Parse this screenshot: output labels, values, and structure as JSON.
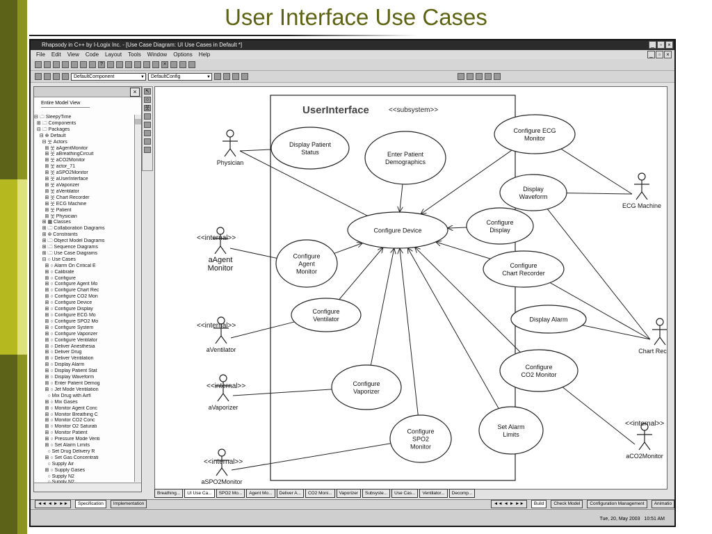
{
  "slide": {
    "title": "User Interface Use Cases"
  },
  "window": {
    "title": "Rhapsody in C++ by I-Logix Inc. - [Use Case Diagram: UI Use Cases in Default *]",
    "menu": [
      "File",
      "Edit",
      "View",
      "Code",
      "Layout",
      "Tools",
      "Window",
      "Options",
      "Help"
    ],
    "component_combo": "DefaultComponent",
    "config_combo": "DefaultConfig"
  },
  "browser": {
    "view_selector": "Entire Model View",
    "tree": [
      "⊟ 🗀 SleepyTime",
      "  ⊞ 🗀 Components",
      "  ⊟ 🗀 Packages",
      "    ⊟ ⊕ Default",
      "      ⊟ 웃 Actors",
      "        ⊞ 웃 aAgentMonitor",
      "        ⊞ 웃 aBreathingCircuit",
      "        ⊞ 웃 aCO2Monitor",
      "        ⊞ 웃 actor_71",
      "        ⊞ 웃 aSPO2Monitor",
      "        ⊞ 웃 aUserInterface",
      "        ⊞ 웃 aVaporizer",
      "        ⊞ 웃 aVentilator",
      "        ⊞ 웃 Chart Recorder",
      "        ⊞ 웃 ECG Machine",
      "        ⊞ 웃 Patient",
      "        ⊞ 웃 Physician",
      "      ⊞ ▦ Classes",
      "      ⊞ 🗀 Collaboration Diagrams",
      "      ⊞ ⊛ Constraints",
      "      ⊞ 🗀 Object Model Diagrams",
      "      ⊞ 🗀 Sequence Diagrams",
      "      ⊞ 🗀 Use Case Diagrams",
      "      ⊟ ○ Use Cases",
      "        ⊞ ○ Alarm On Critical E",
      "        ⊞ ○ Calibrate",
      "        ⊞ ○ Configure",
      "        ⊞ ○ Configure Agent Mo",
      "        ⊞ ○ Configure Chart Rec",
      "        ⊞ ○ Configure CO2 Mon",
      "        ⊞ ○ Configure Device",
      "        ⊞ ○ Configure Display",
      "        ⊞ ○ Configure ECG Mo",
      "        ⊞ ○ Configure SPO2 Mo",
      "        ⊞ ○ Configure System",
      "        ⊞ ○ Configure Vaporizer",
      "        ⊞ ○ Configure Ventilator",
      "        ⊞ ○ Deliver Anesthesia",
      "        ⊞ ○ Deliver Drug",
      "        ⊞ ○ Deliver Ventilation",
      "        ⊞ ○ Display Alarm",
      "        ⊞ ○ Display Patient Stat",
      "        ⊞ ○ Display Waveform",
      "        ⊞ ○ Enter Patient Demog",
      "        ⊞ ○ Jet Mode Ventilation",
      "          ○ Mix Drug with Airfl",
      "        ⊞ ○ Mix Gases",
      "        ⊞ ○ Monitor Agent Conc",
      "        ⊞ ○ Monitor Breathing C",
      "        ⊞ ○ Monitor CO2 Conc",
      "        ⊞ ○ Monitor O2 Saturati",
      "        ⊞ ○ Monitor Patient",
      "        ⊞ ○ Pressure Mode Venti",
      "        ⊞ ○ Set Alarm Limits",
      "          ○ Set Drug Delivery R",
      "        ⊞ ○ Set Gas Concentrati",
      "          ○ Supply Air",
      "        ⊞ ○ Supply Gases",
      "          ○ Supply N2",
      "          ○ Supply N2"
    ]
  },
  "diagram": {
    "subsystem_name": "UserInterface",
    "subsystem_stereotype": "<<subsystem>>",
    "internal_stereotype": "<<internal>>",
    "actors": {
      "physician": "Physician",
      "agent_monitor_l1": "aAgent",
      "agent_monitor_l2": "Monitor",
      "ventilator": "aVentilator",
      "vaporizer": "aVaporizer",
      "spo2_monitor": "aSPO2Monitor",
      "ecg_machine": "ECG Machine",
      "chart_recorder": "Chart Recorder",
      "co2_monitor": "aCO2Monitor"
    },
    "use_cases": {
      "display_patient_status": [
        "Display Patient",
        "Status"
      ],
      "enter_patient_demographics": [
        "Enter Patient",
        "Demographics"
      ],
      "configure_ecg_monitor": [
        "Configure ECG",
        "Monitor"
      ],
      "display_waveform": [
        "Display",
        "Waveform"
      ],
      "configure_device": [
        "Configure Device"
      ],
      "configure_display": [
        "Configure",
        "Display"
      ],
      "configure_agent_monitor": [
        "Configure",
        "Agent",
        "Monitor"
      ],
      "configure_chart_recorder": [
        "Configure",
        "Chart Recorder"
      ],
      "configure_ventilator": [
        "Configure",
        "Ventilator"
      ],
      "display_alarm": [
        "Display Alarm"
      ],
      "configure_co2_monitor": [
        "Configure",
        "CO2 Monitor"
      ],
      "configure_vaporizer": [
        "Configure",
        "Vaporizer"
      ],
      "set_alarm_limits": [
        "Set Alarm",
        "Limits"
      ],
      "configure_spo2_monitor": [
        "Configure",
        "SPO2",
        "Monitor"
      ]
    }
  },
  "doc_tabs": [
    "Breathing...",
    "UI Use Ca...",
    "SPO2 Mo...",
    "Agent Mo...",
    "Deliver A...",
    "CO2 Moni...",
    "Vaporizer",
    "Subsyste...",
    "Use Cas...",
    "Ventilator...",
    "Decomp..."
  ],
  "bottom_tabs": {
    "specification": "Specification",
    "implementation": "Implementation"
  },
  "output_tabs": [
    "Build",
    "Check Model",
    "Configuration Management",
    "Animatio"
  ],
  "status": {
    "datetime": "Tue, 20, May 2003",
    "time": "10:51 AM"
  }
}
